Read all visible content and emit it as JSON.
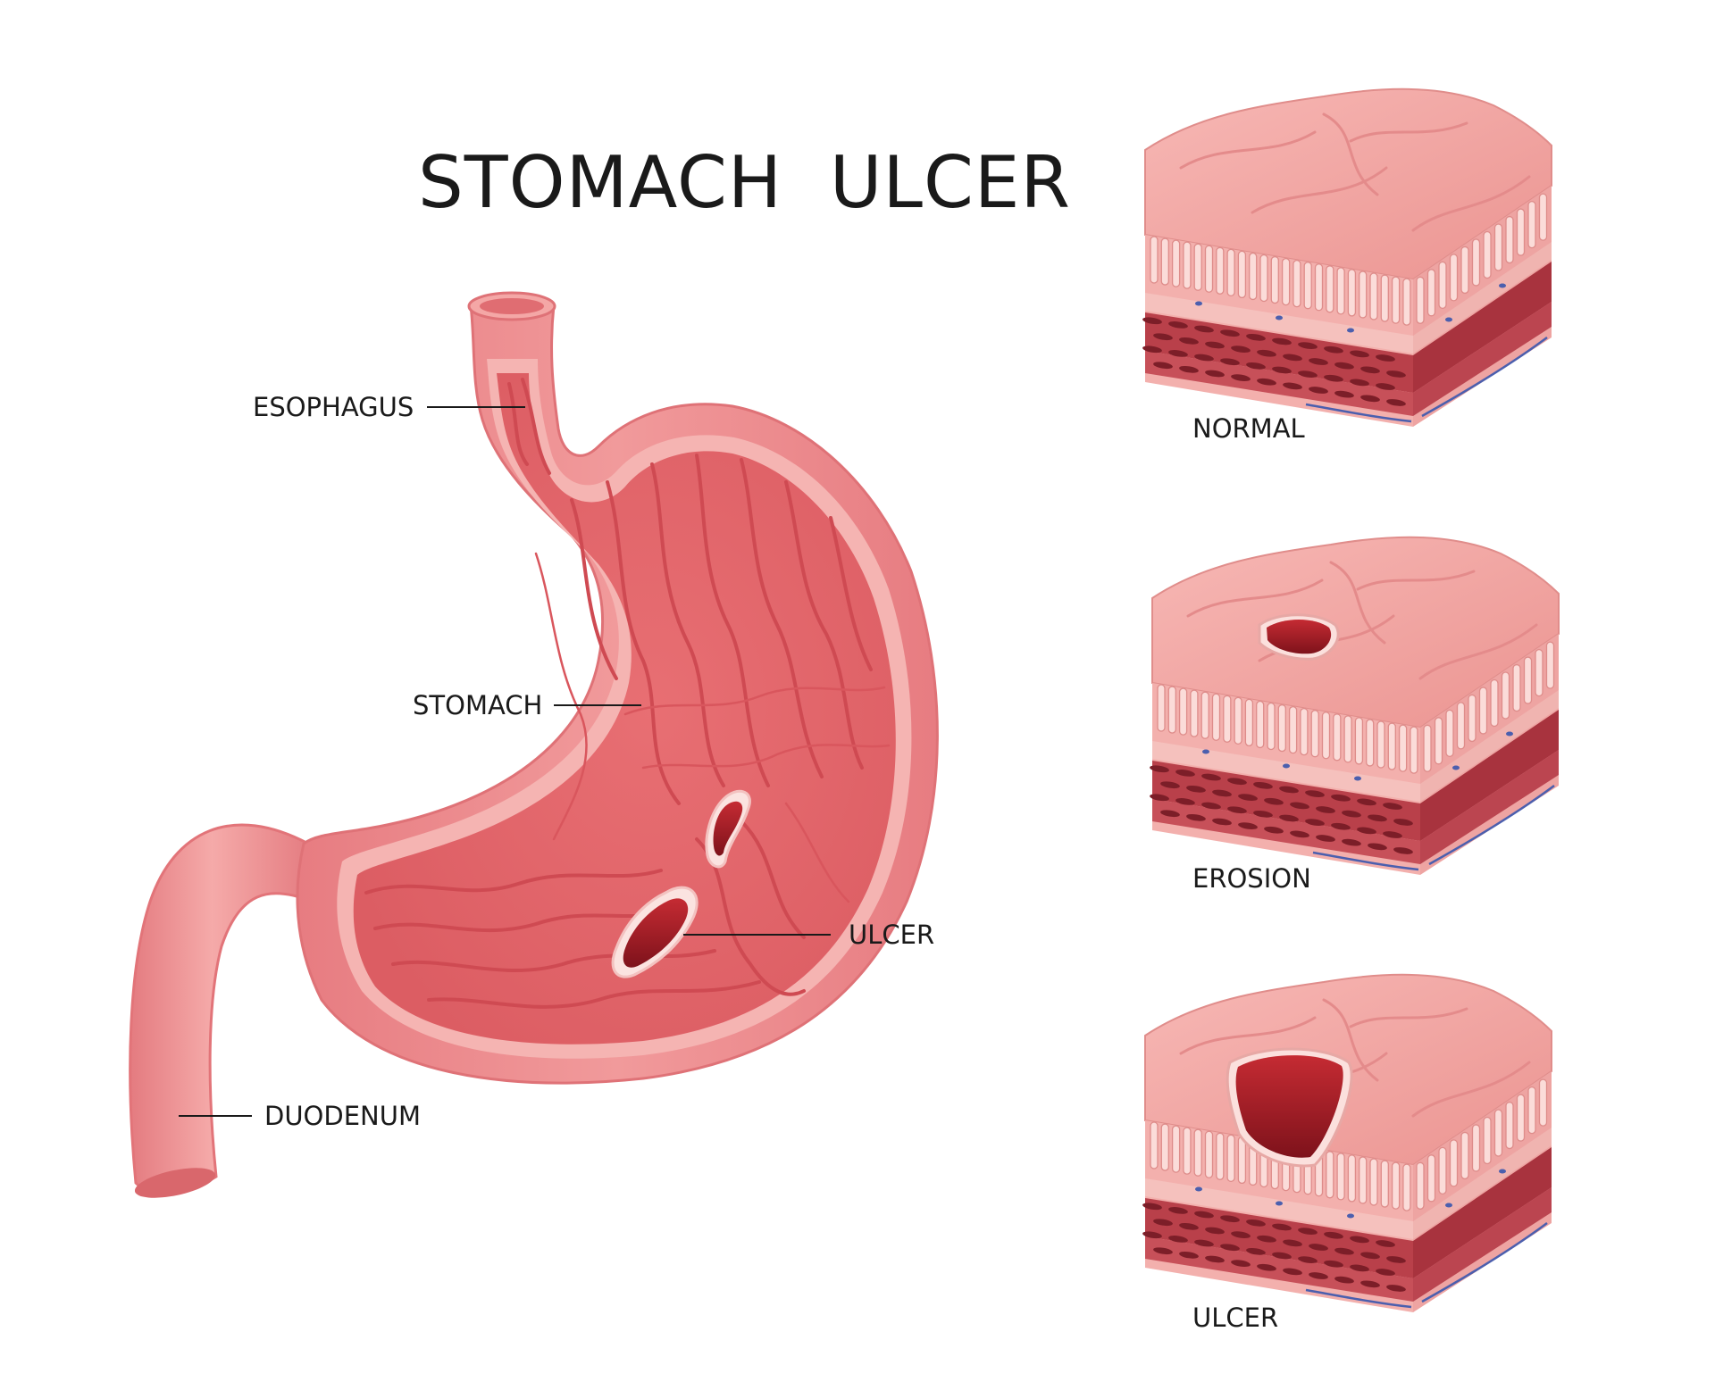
{
  "title": "STOMACH  ULCER",
  "labels": {
    "esophagus": "ESOPHAGUS",
    "stomach": "STOMACH",
    "duodenum": "DUODENUM",
    "ulcer": "ULCER"
  },
  "stages": [
    {
      "label": "NORMAL"
    },
    {
      "label": "EROSION"
    },
    {
      "label": "ULCER"
    }
  ],
  "colors": {
    "outer_wall": "#ec8a8e",
    "wall_highlight": "#f6b5b3",
    "lumen": "#e46a6e",
    "fold": "#cf4a52",
    "ulcer_crater": "#9c1e26",
    "tissue_top": "#f2a6a4",
    "muscle_dark": "#b23a45",
    "vessel_blue": "#4b5fae"
  }
}
